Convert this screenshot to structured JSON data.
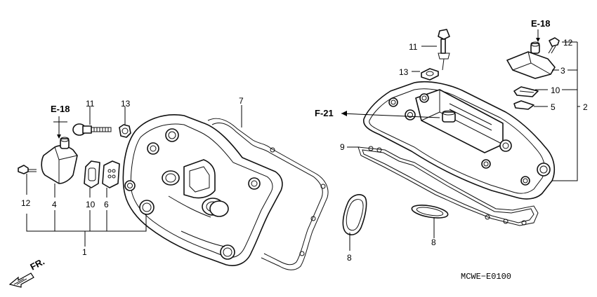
{
  "callouts": {
    "c1": "1",
    "c2": "2",
    "c3": "3",
    "c4": "4",
    "c5": "5",
    "c6": "6",
    "c7": "7",
    "c8_left": "8",
    "c8_right": "8",
    "c9": "9",
    "c10_left": "10",
    "c10_right": "10",
    "c11_left": "11",
    "c11_right": "11",
    "c12_left": "12",
    "c12_right": "12",
    "c13_left": "13",
    "c13_right": "13"
  },
  "references": {
    "e18_left": "E-18",
    "e18_right": "E-18",
    "f21": "F-21"
  },
  "direction_label": "FR.",
  "diagram_code": "MCWE−E0100"
}
